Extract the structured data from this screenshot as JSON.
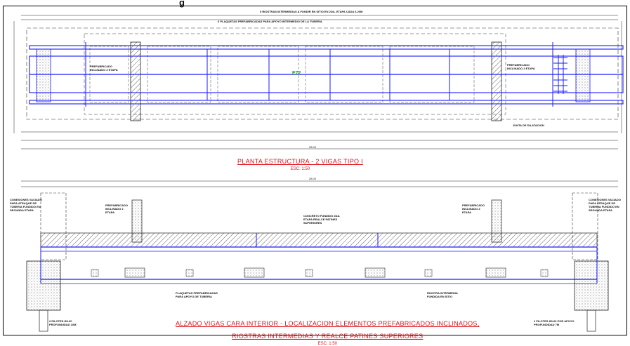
{
  "header": {
    "text": "g"
  },
  "colors": {
    "structure": "#1b1bff",
    "title": "#e0121a",
    "dims": "#222222",
    "hatch": "#555555",
    "highlight": "#1aa11a"
  },
  "plan": {
    "title": "PLANTA ESTRUCTURA - 2 VIGAS TIPO I",
    "scale": "ESC: 1:50",
    "top_note_1": "5 RIOSTRAS INTERMEDIAS A FUNDIR EN SITIO EN 2DA. ETAPA CADA 6.20M",
    "top_note_2": "6 PLAQUETAS PREFABRICADAS PARA APOYO INTERMEDIO DE LA TUBERIA",
    "left_label": "PREFABRICADO INCLINADO 2 ETAPA",
    "right_label": "PREFABRICADO INCLINADO 2 ETAPA",
    "joint_label": "JUNTA DE DILATACION",
    "center_tag": "E72",
    "total_dim": "28.00"
  },
  "elevation": {
    "title_line1": "ALZADO VIGAS CARA INTERIOR - LOCALIZACION ELEMENTOS PREFABRICADOS INCLINADOS,",
    "title_line2": "RIOSTRAS INTERMEDIAS Y REALCE PATINES SUPERIORES",
    "scale": "ESC: 1:50",
    "left_note": "CONEXIONES VACIADO PARA ATRAQUE DE TUBERIA FUNDIDO EN SEGUNDA ETAPA",
    "right_note": "CONEXIONES VACIADO PARA ATRAQUE DE TUBERIA FUNDIDO EN SEGUNDA ETAPA",
    "pref_left": "PREFABRICADO INCLINADO 2 ETAPA",
    "pref_right": "PREFABRICADO INCLINADO 2 ETAPA",
    "concrete_note": "CONCRETO FUNDIDO 2DA. ETAPA REALCE PATINES SUPERIORES",
    "plaquetas_note": "PLAQUETAS PREFABRICADAS PARA APOYO DE TUBERIA",
    "riostra_note": "RIOSTRA INTERMEDIA FUNDIDA EN SITIO",
    "pile_left": "2 PILOTES Ø0.60 PROFUNDIDAD 10M",
    "pile_right": "2 PILOTES Ø0.60 POR APOYO PROFUNDIDAD 7M",
    "total_dim": "28.00"
  }
}
